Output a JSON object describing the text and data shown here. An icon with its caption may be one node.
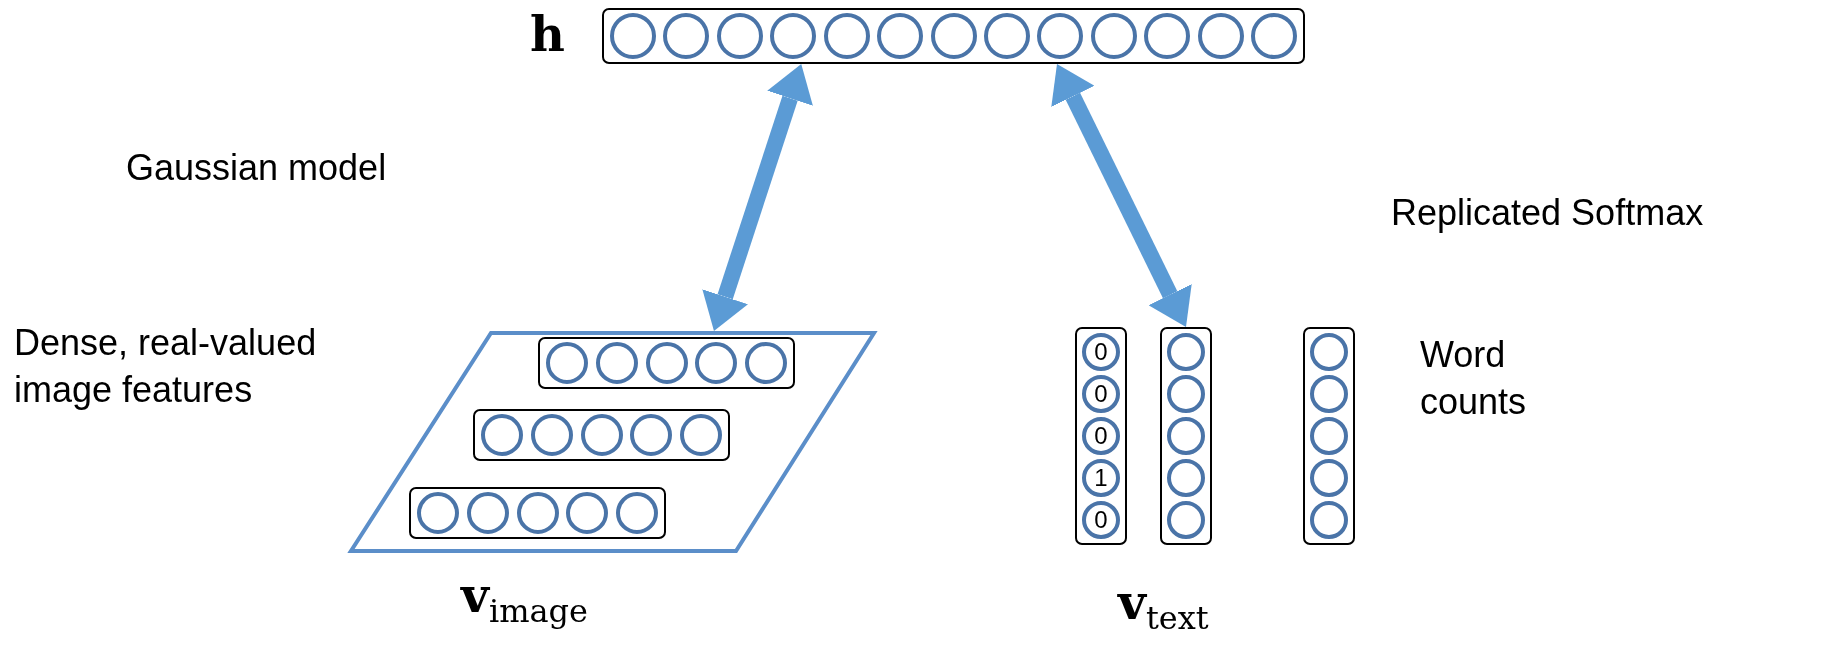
{
  "diagram": {
    "nodes": [
      {
        "text": [
          "h"
        ]
      },
      {
        "text": [],
        "shape": "circle",
        "in": 0
      },
      {
        "text": [],
        "shape": "circle",
        "in": 0
      },
      {
        "text": [],
        "shape": "circle",
        "in": 0
      },
      {
        "text": [],
        "shape": "circle",
        "in": 0
      },
      {
        "text": [],
        "shape": "circle",
        "in": 0
      },
      {
        "text": [],
        "shape": "circle",
        "in": 0
      },
      {
        "text": [],
        "shape": "circle",
        "in": 0
      },
      {
        "text": [],
        "shape": "circle",
        "in": 0
      },
      {
        "text": [],
        "shape": "circle",
        "in": 0
      },
      {
        "text": [],
        "shape": "circle",
        "in": 0
      },
      {
        "text": [],
        "shape": "circle",
        "in": 0
      },
      {
        "text": [],
        "shape": "circle",
        "in": 0
      },
      {
        "text": [],
        "shape": "circle",
        "in": 0
      },
      {
        "text": [
          "**v**$_{image}$"
        ]
      },
      {
        "text": [],
        "shape": "bar",
        "in": 14
      },
      {
        "text": [],
        "shape": "circle",
        "in": 15
      },
      {
        "text": [],
        "shape": "circle",
        "in": 15
      },
      {
        "text": [],
        "shape": "circle",
        "in": 15
      },
      {
        "text": [],
        "shape": "circle",
        "in": 15
      },
      {
        "text": [],
        "shape": "circle",
        "in": 15
      },
      {
        "text": [],
        "shape": "bar",
        "in": 14
      },
      {
        "text": [],
        "shape": "circle",
        "in": 21
      },
      {
        "text": [],
        "shape": "circle",
        "in": 21
      },
      {
        "text": [],
        "shape": "circle",
        "in": 21
      },
      {
        "text": [],
        "shape": "circle",
        "in": 21
      },
      {
        "text": [],
        "shape": "circle",
        "in": 21
      },
      {
        "text": [],
        "shape": "bar",
        "in": 14
      },
      {
        "text": [],
        "shape": "circle",
        "in": 27
      },
      {
        "text": [],
        "shape": "circle",
        "in": 27
      },
      {
        "text": [],
        "shape": "circle",
        "in": 27
      },
      {
        "text": [],
        "shape": "circle",
        "in": 27
      },
      {
        "text": [],
        "shape": "circle",
        "in": 27
      },
      {
        "text": [],
        "shape": "bar"
      },
      {
        "text": [
          "0"
        ],
        "in": 33
      },
      {
        "text": [
          "0"
        ],
        "in": 33
      },
      {
        "text": [
          "0"
        ],
        "in": 33
      },
      {
        "text": [
          "1"
        ],
        "in": 33
      },
      {
        "text": [
          "0"
        ],
        "in": 33
      },
      {
        "text": [],
        "shape": "bar"
      },
      {
        "text": [],
        "shape": "circle",
        "in": 39
      },
      {
        "text": [],
        "shape": "circle",
        "in": 39
      },
      {
        "text": [],
        "shape": "circle",
        "in": 39
      },
      {
        "text": [],
        "shape": "circle",
        "in": 39
      },
      {
        "text": [],
        "shape": "circle",
        "in": 39
      },
      {
        "text": [],
        "shape": "bar"
      },
      {
        "text": [],
        "shape": "circle",
        "in": 45
      },
      {
        "text": [],
        "shape": "circle",
        "in": 45
      },
      {
        "text": [],
        "shape": "circle",
        "in": 45
      },
      {
        "text": [],
        "shape": "circle",
        "in": 45
      },
      {
        "text": [],
        "shape": "circle",
        "in": 45
      }
    ],
    "edges": [
      {
        "from": 0,
        "to": 14,
        "arrow": "both"
      },
      {
        "from": 0,
        "to": 39,
        "arrow": "both"
      }
    ],
    "labels": [
      "Gaussian model",
      "Replicated Softmax",
      "Dense, real-valued image features",
      "Word counts",
      "**v**$_{text}$"
    ]
  }
}
